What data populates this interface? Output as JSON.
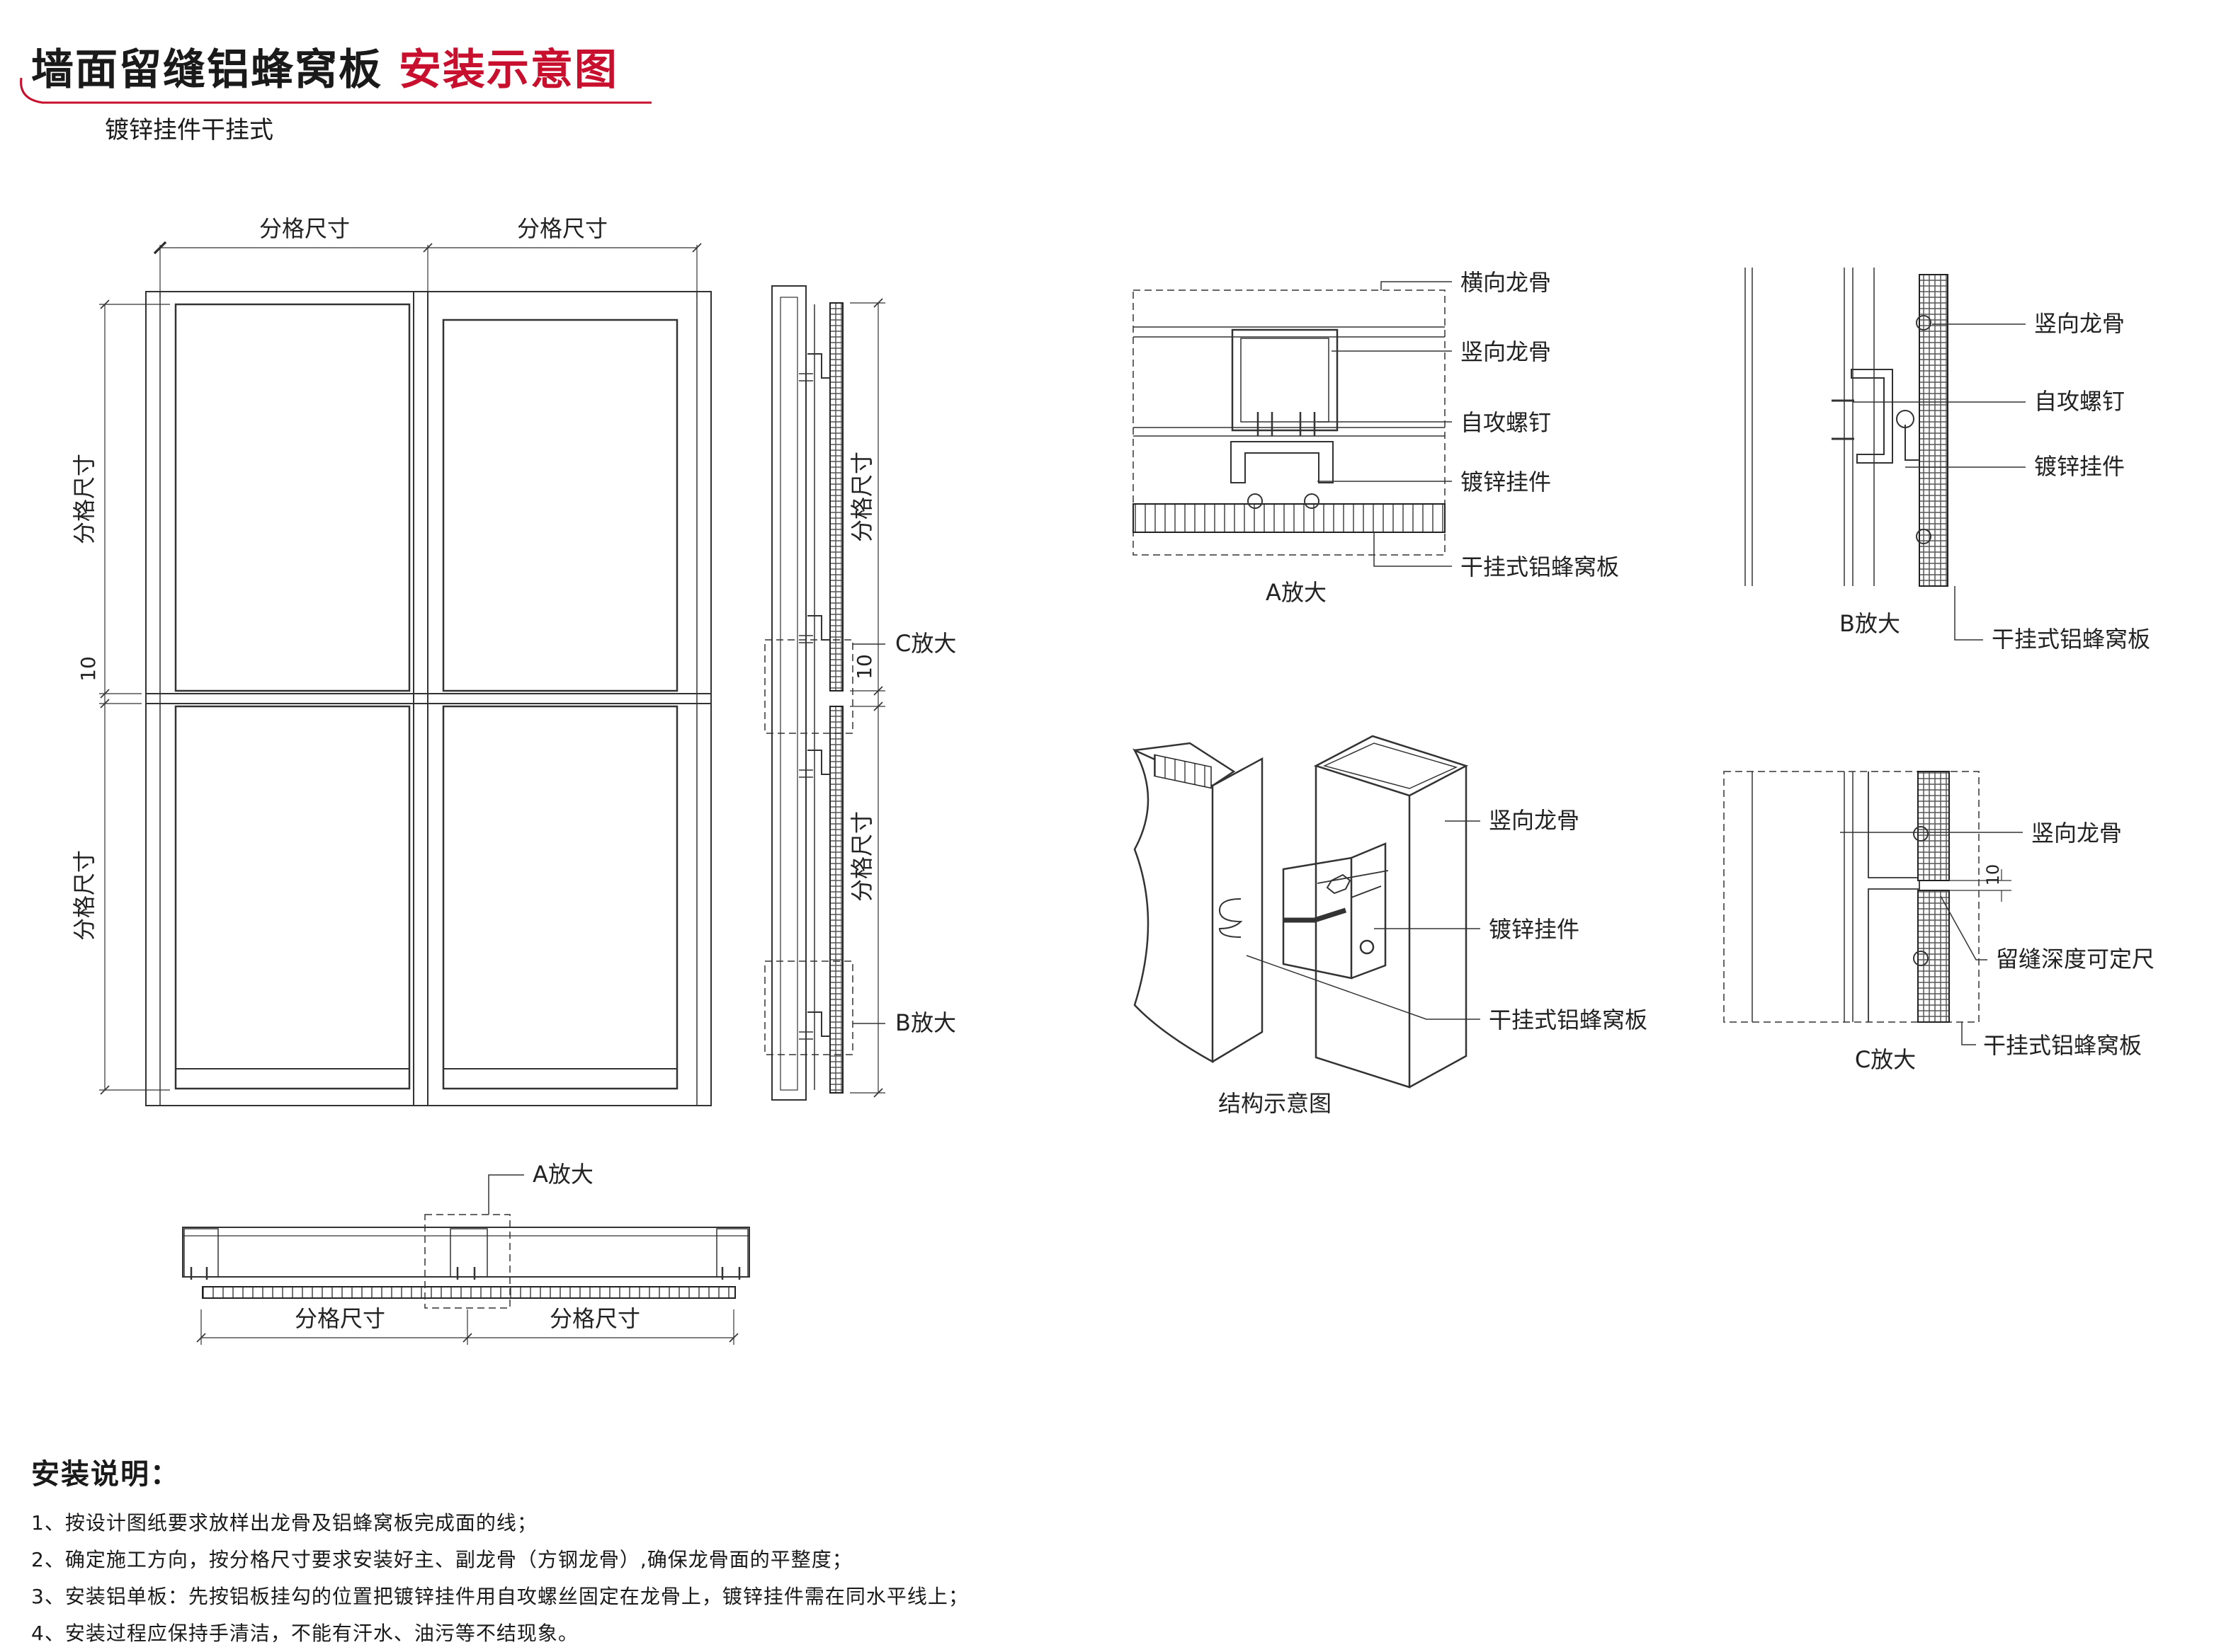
{
  "header": {
    "title_main": "墙面留缝铝蜂窝板",
    "title_accent": "安装示意图",
    "subtitle": "镀锌挂件干挂式",
    "accent_color": "#c8102e"
  },
  "elevation": {
    "dim_grid": "分格尺寸",
    "dim_gap": "10"
  },
  "section_view": {
    "dim_grid": "分格尺寸",
    "dim_gap": "10",
    "callout_c": "C放大",
    "callout_b": "B放大"
  },
  "plan_view": {
    "callout_a": "A放大",
    "dim_grid": "分格尺寸"
  },
  "detail_a": {
    "title": "A放大",
    "labels": [
      "横向龙骨",
      "竖向龙骨",
      "自攻螺钉",
      "镀锌挂件",
      "干挂式铝蜂窝板"
    ]
  },
  "detail_b": {
    "title": "B放大",
    "labels": [
      "竖向龙骨",
      "自攻螺钉",
      "镀锌挂件",
      "干挂式铝蜂窝板"
    ]
  },
  "structure": {
    "title": "结构示意图",
    "labels": [
      "竖向龙骨",
      "镀锌挂件",
      "干挂式铝蜂窝板"
    ]
  },
  "detail_c": {
    "title": "C放大",
    "dim_gap": "10",
    "labels": [
      "竖向龙骨",
      "留缝深度可定尺",
      "干挂式铝蜂窝板"
    ]
  },
  "notes": {
    "heading": "安装说明：",
    "lines": [
      "1、按设计图纸要求放样出龙骨及铝蜂窝板完成面的线；",
      "2、确定施工方向，按分格尺寸要求安装好主、副龙骨（方钢龙骨）,确保龙骨面的平整度；",
      "3、安装铝单板：先按铝板挂勾的位置把镀锌挂件用自攻螺丝固定在龙骨上，镀锌挂件需在同水平线上；",
      "4、安装过程应保持手清洁，不能有汗水、油污等不结现象。"
    ]
  }
}
